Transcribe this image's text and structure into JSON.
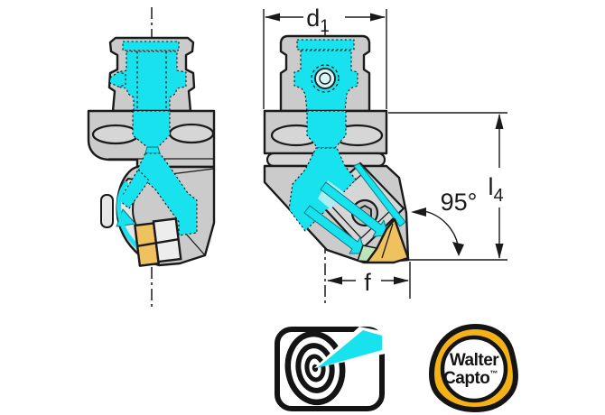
{
  "drawing": {
    "dimensions": {
      "d1": {
        "base": "d",
        "sub": "1"
      },
      "l4": {
        "base": "l",
        "sub": "4"
      },
      "f": {
        "base": "f"
      },
      "angle": "95°"
    }
  },
  "logos": {
    "precision_coolant": {
      "icon": "coolant-jet-target-icon"
    },
    "walter_capto": {
      "line1": "Walter",
      "line2": "Capto",
      "trademark": "™"
    }
  },
  "colors": {
    "coolant_cyan": "#17E2EE",
    "body_gray": "#CBCBCB",
    "body_light": "#E6E6E6",
    "outline_black": "#1A1A1A",
    "insert_gold": "#EFC25F",
    "shim_green": "#BFE4BA",
    "logo_yellow": "#F5B216"
  }
}
